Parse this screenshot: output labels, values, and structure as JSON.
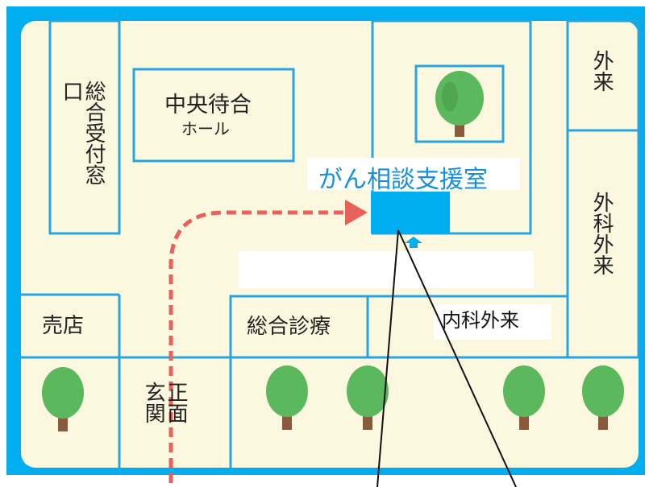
{
  "map": {
    "colors": {
      "border": "#00aeef",
      "floor": "#fbf8df",
      "outline": "#28a5de",
      "highlight_room": "#00aeef",
      "route": "#e8615a",
      "label_blue": "#1a8fd8",
      "tree_green": "#5cb85c",
      "tree_trunk": "#8b5a3c"
    },
    "rooms": {
      "general_reception": "総合受付窓口",
      "central_waiting_hall_line1": "中央待合",
      "central_waiting_hall_line2": "ホール",
      "shop": "売店",
      "main_entrance": "正面玄関",
      "general_consultation": "総合診療",
      "internal_medicine_outpatient": "内科外来",
      "outpatient_top_right": "外来",
      "surgery_outpatient": "外科外来"
    },
    "highlight_label": "がん相談支援室",
    "icons": [
      "tree-icon",
      "route-arrow-icon",
      "entrance-arrow-icon",
      "pointer-callout"
    ]
  }
}
